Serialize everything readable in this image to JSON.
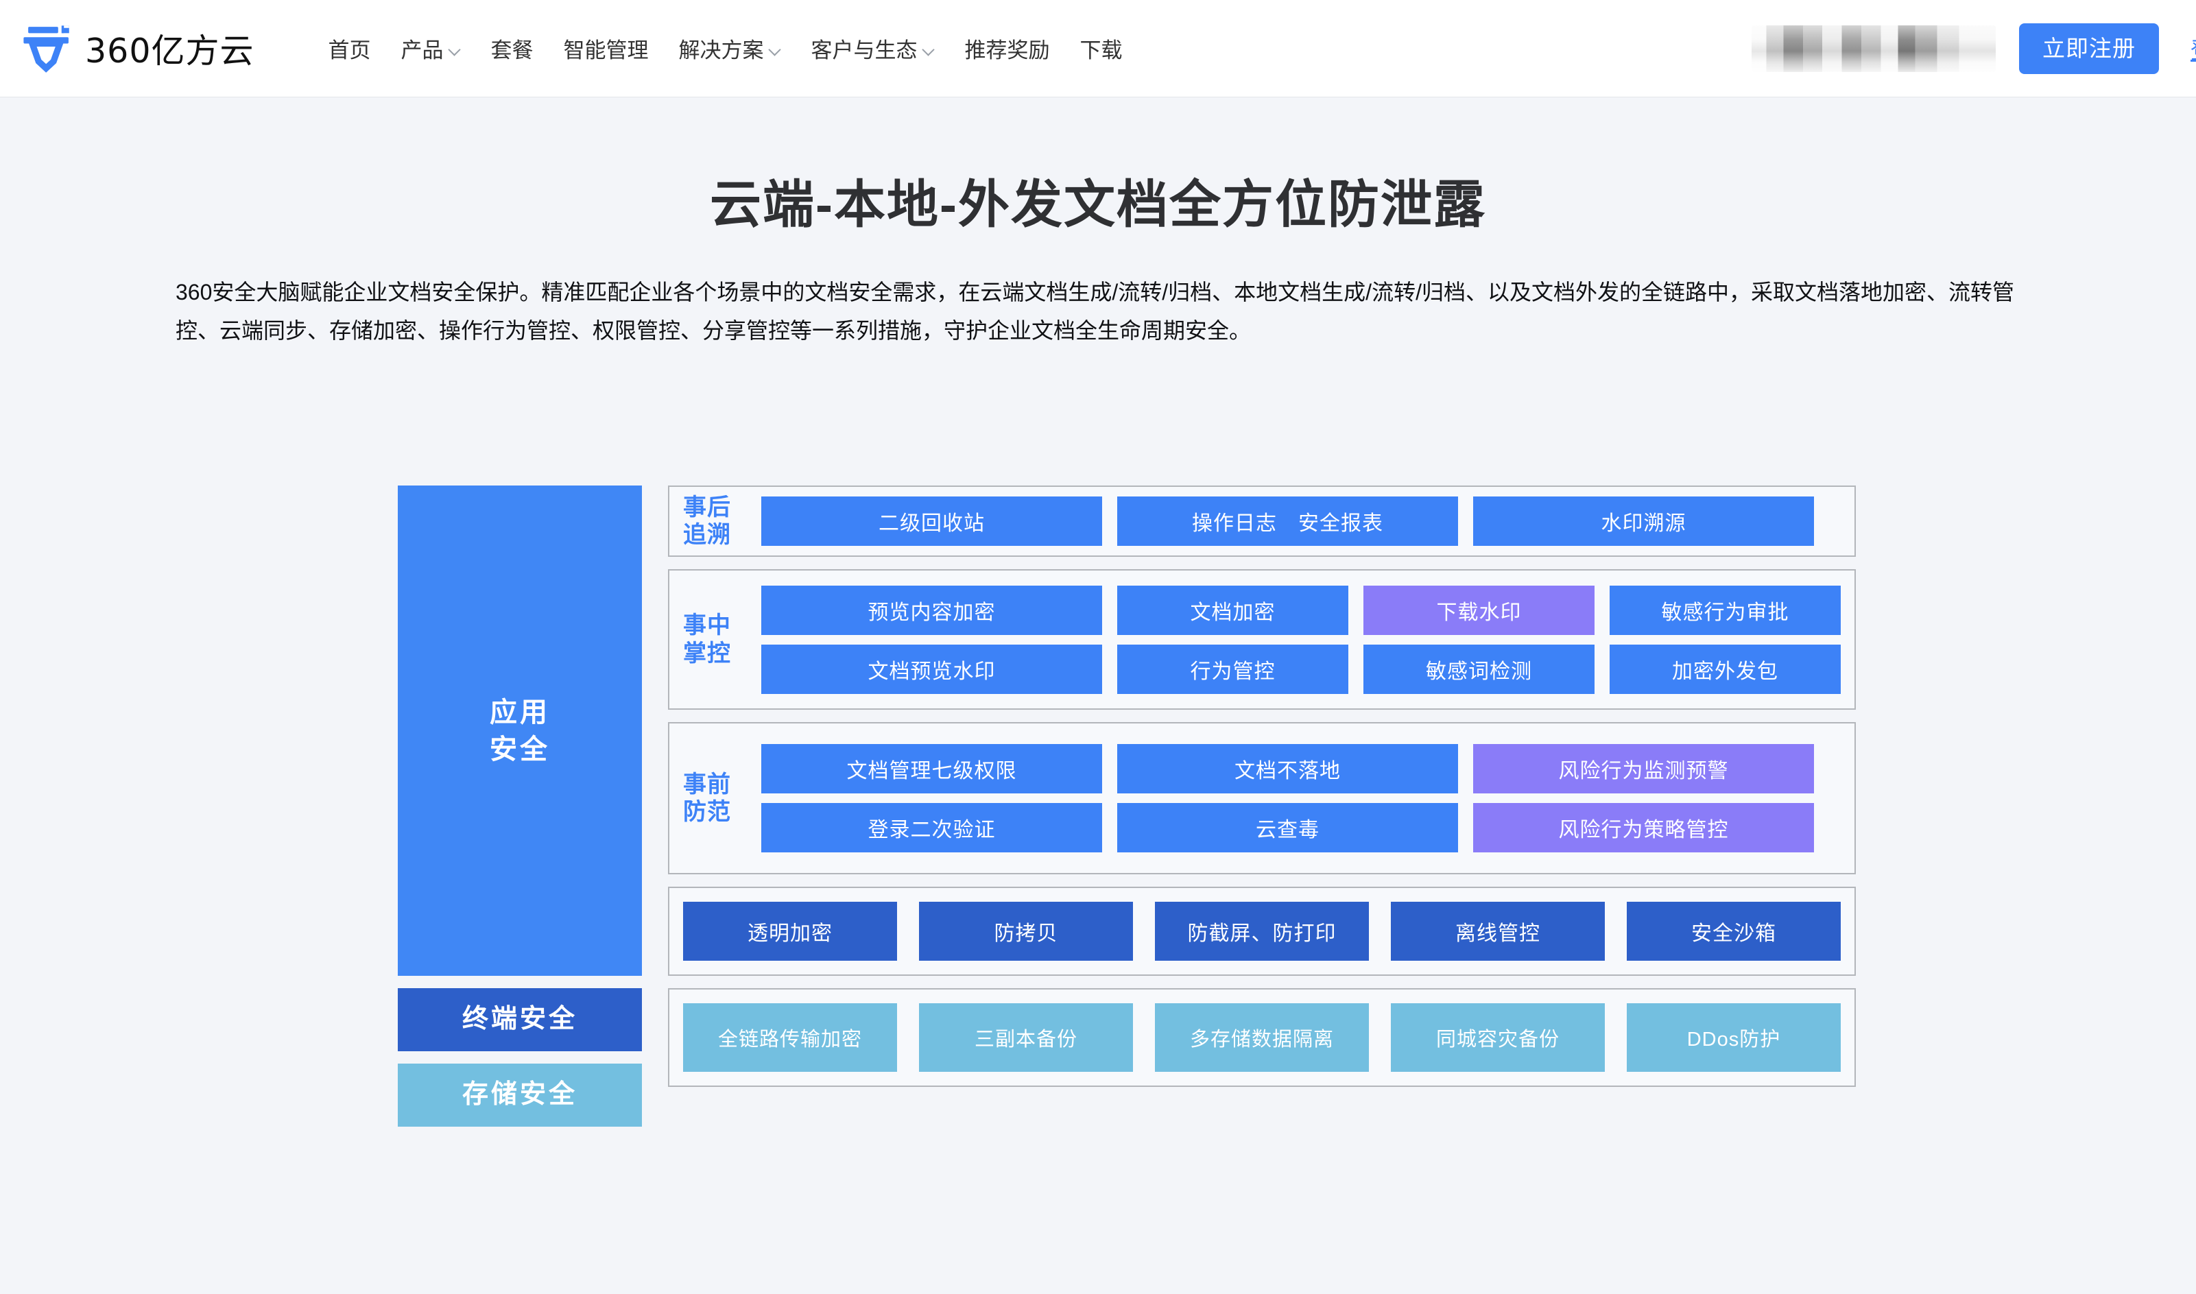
{
  "header": {
    "logo_text": "360亿方云",
    "logo_icon": "yifangyun-logo-icon",
    "nav": [
      {
        "label": "首页",
        "has_dropdown": false
      },
      {
        "label": "产品",
        "has_dropdown": true
      },
      {
        "label": "套餐",
        "has_dropdown": false
      },
      {
        "label": "智能管理",
        "has_dropdown": false
      },
      {
        "label": "解决方案",
        "has_dropdown": true
      },
      {
        "label": "客户与生态",
        "has_dropdown": true
      },
      {
        "label": "推荐奖励",
        "has_dropdown": false
      },
      {
        "label": "下载",
        "has_dropdown": false
      }
    ],
    "register_label": "立即注册",
    "login_label": "登录",
    "accent_color": "#3d82f7"
  },
  "hero": {
    "title": "云端-本地-外发文档全方位防泄露",
    "description": "360安全大脑赋能企业文档安全保护。精准匹配企业各个场景中的文档安全需求，在云端文档生成/流转/归档、本地文档生成/流转/归档、以及文档外发的全链路中，采取文档落地加密、流转管控、云端同步、存储加密、操作行为管控、权限管控、分享管控等一系列措施，守护企业文档全生命周期安全。"
  },
  "diagram": {
    "colors": {
      "blue": "#3d82f7",
      "purple": "#8a7cf8",
      "dark_blue": "#2d5fc9",
      "light_blue": "#73bfe0",
      "app_block": "#4087f5",
      "panel_border": "#b3b6bb",
      "panel_bg": "#f7f9fc"
    },
    "categories": {
      "app": "应用\n安全",
      "app_line1": "应用",
      "app_line2": "安全",
      "terminal": "终端安全",
      "storage": "存储安全"
    },
    "stages": [
      {
        "label": "事后追溯",
        "label_line1": "事后",
        "label_line2": "追溯",
        "rows": [
          [
            {
              "text": "二级回收站",
              "color": "blue"
            },
            {
              "text": "操作日志　安全报表",
              "color": "blue"
            },
            {
              "text": "水印溯源",
              "color": "blue"
            }
          ]
        ]
      },
      {
        "label": "事中掌控",
        "label_line1": "事中",
        "label_line2": "掌控",
        "rows": [
          [
            {
              "text": "预览内容加密",
              "color": "blue"
            },
            {
              "text": "文档加密",
              "color": "blue"
            },
            {
              "text": "下载水印",
              "color": "purple"
            },
            {
              "text": "敏感行为审批",
              "color": "blue"
            }
          ],
          [
            {
              "text": "文档预览水印",
              "color": "blue"
            },
            {
              "text": "行为管控",
              "color": "blue"
            },
            {
              "text": "敏感词检测",
              "color": "blue"
            },
            {
              "text": "加密外发包",
              "color": "blue"
            }
          ]
        ]
      },
      {
        "label": "事前防范",
        "label_line1": "事前",
        "label_line2": "防范",
        "rows": [
          [
            {
              "text": "文档管理七级权限",
              "color": "blue"
            },
            {
              "text": "文档不落地",
              "color": "blue"
            },
            {
              "text": "风险行为监测预警",
              "color": "purple"
            }
          ],
          [
            {
              "text": "登录二次验证",
              "color": "blue"
            },
            {
              "text": "云查毒",
              "color": "blue"
            },
            {
              "text": "风险行为策略管控",
              "color": "purple"
            }
          ]
        ]
      }
    ],
    "terminal_items": [
      {
        "text": "透明加密",
        "color": "dark_blue"
      },
      {
        "text": "防拷贝",
        "color": "dark_blue"
      },
      {
        "text": "防截屏、防打印",
        "color": "dark_blue"
      },
      {
        "text": "离线管控",
        "color": "dark_blue"
      },
      {
        "text": "安全沙箱",
        "color": "dark_blue"
      }
    ],
    "storage_items": [
      {
        "text": "全链路传输加密",
        "color": "light_blue"
      },
      {
        "text": "三副本备份",
        "color": "light_blue"
      },
      {
        "text": "多存储数据隔离",
        "color": "light_blue"
      },
      {
        "text": "同城容灾备份",
        "color": "light_blue"
      },
      {
        "text": "DDos防护",
        "color": "light_blue"
      }
    ]
  }
}
